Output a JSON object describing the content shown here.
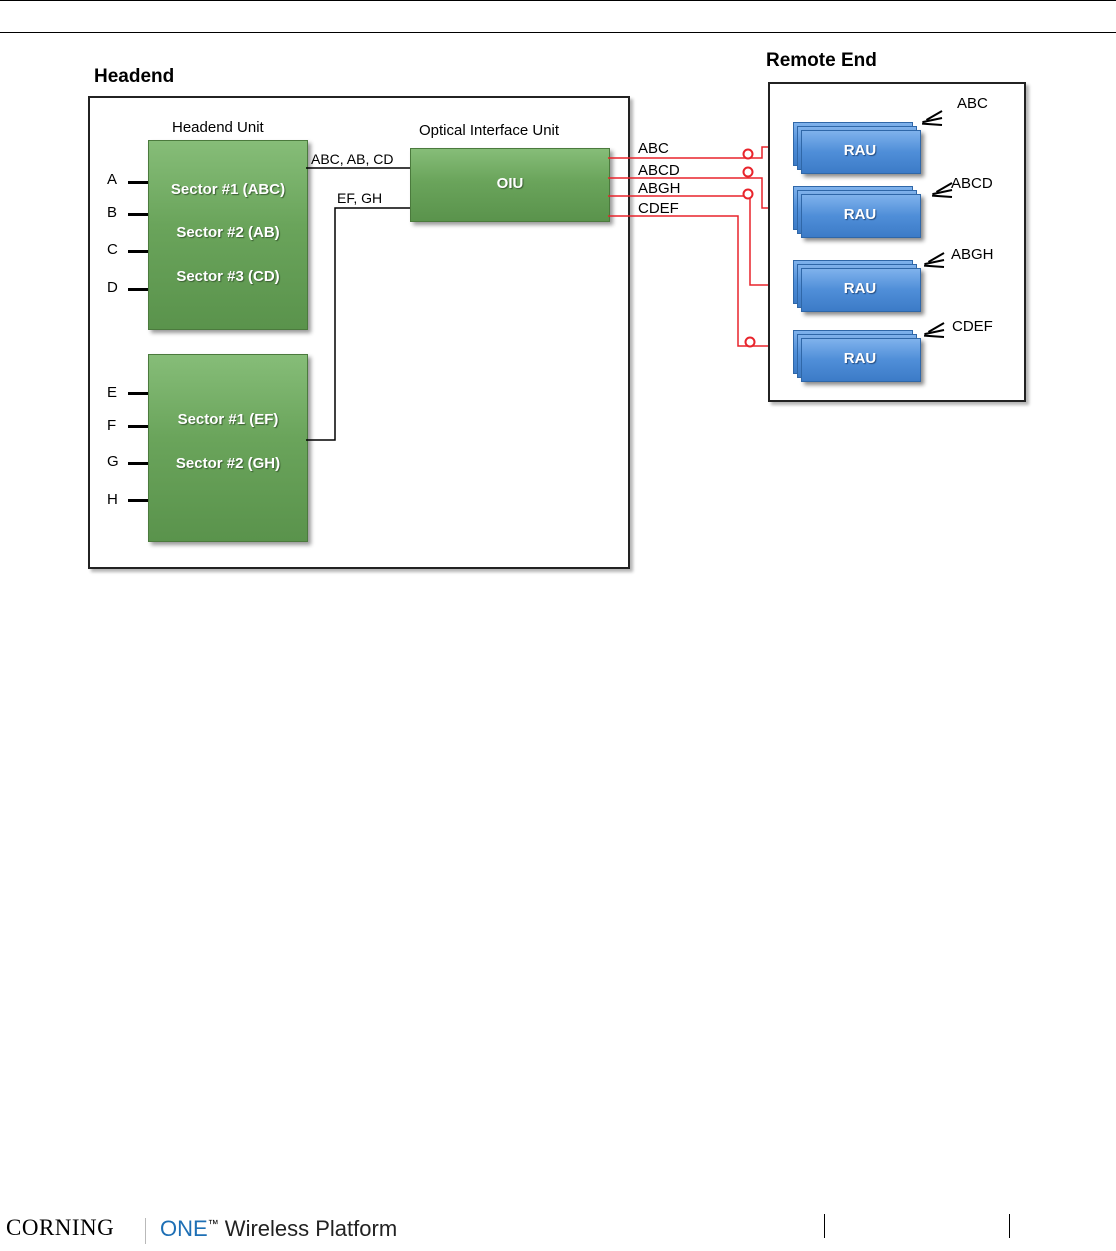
{
  "headend": {
    "title": "Headend",
    "headend_unit_label": "Headend Unit",
    "unit1_sectors": [
      "Sector #1 (ABC)",
      "Sector #2 (AB)",
      "Sector #3 (CD)"
    ],
    "unit2_sectors": [
      "Sector #1 (EF)",
      "Sector #2 (GH)"
    ],
    "ports_unit1": [
      "A",
      "B",
      "C",
      "D"
    ],
    "ports_unit2": [
      "E",
      "F",
      "G",
      "H"
    ],
    "wire_label_1": "ABC, AB, CD",
    "wire_label_2": "EF, GH",
    "oiu_title": "Optical Interface Unit",
    "oiu_label": "OIU"
  },
  "links": [
    "ABC",
    "ABCD",
    "ABGH",
    "CDEF"
  ],
  "remote": {
    "title": "Remote End",
    "rau_label": "RAU",
    "antenna_labels": [
      "ABC",
      "ABCD",
      "ABGH",
      "CDEF"
    ]
  },
  "footer": {
    "brand": "CORNING",
    "product_one": "ONE",
    "product_tm": "™",
    "product_rest": " Wireless Platform"
  },
  "colors": {
    "unit_green": "#6aa45b",
    "rau_blue": "#4f8ed8",
    "fiber_red": "#e8232b"
  }
}
